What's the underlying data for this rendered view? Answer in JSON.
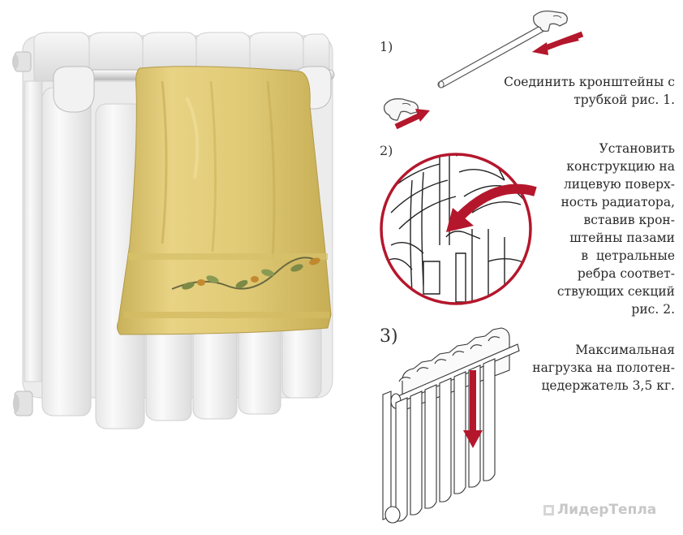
{
  "steps": [
    {
      "number": "1)",
      "caption_lines": [
        "Соединить кронштейны с",
        "трубкой рис. 1."
      ]
    },
    {
      "number": "2)",
      "caption_lines": [
        "Установить",
        "конструкцию на",
        "лицевую поверх-",
        "ность радиатора,",
        "вставив крон-",
        "штейны пазами",
        "в  цетральные",
        "ребра соответ-",
        "ствующих секций",
        "рис. 2."
      ]
    },
    {
      "number": "3)",
      "caption_lines": [
        "Максимальная",
        "нагрузка на полотен-",
        "цедержатель 3,5 кг."
      ]
    }
  ],
  "logo": {
    "text": "ЛидерТепла"
  },
  "colors": {
    "accent": "#b4172c",
    "towel": "#e4cf7c",
    "radiator": "#f3f3f3"
  },
  "icons": [
    "radiator-illustration",
    "towel-illustration",
    "bracket-icon",
    "tube-icon",
    "arrow-icon",
    "zoom-circle-icon",
    "radiator-line-drawing",
    "load-arrow-icon"
  ]
}
